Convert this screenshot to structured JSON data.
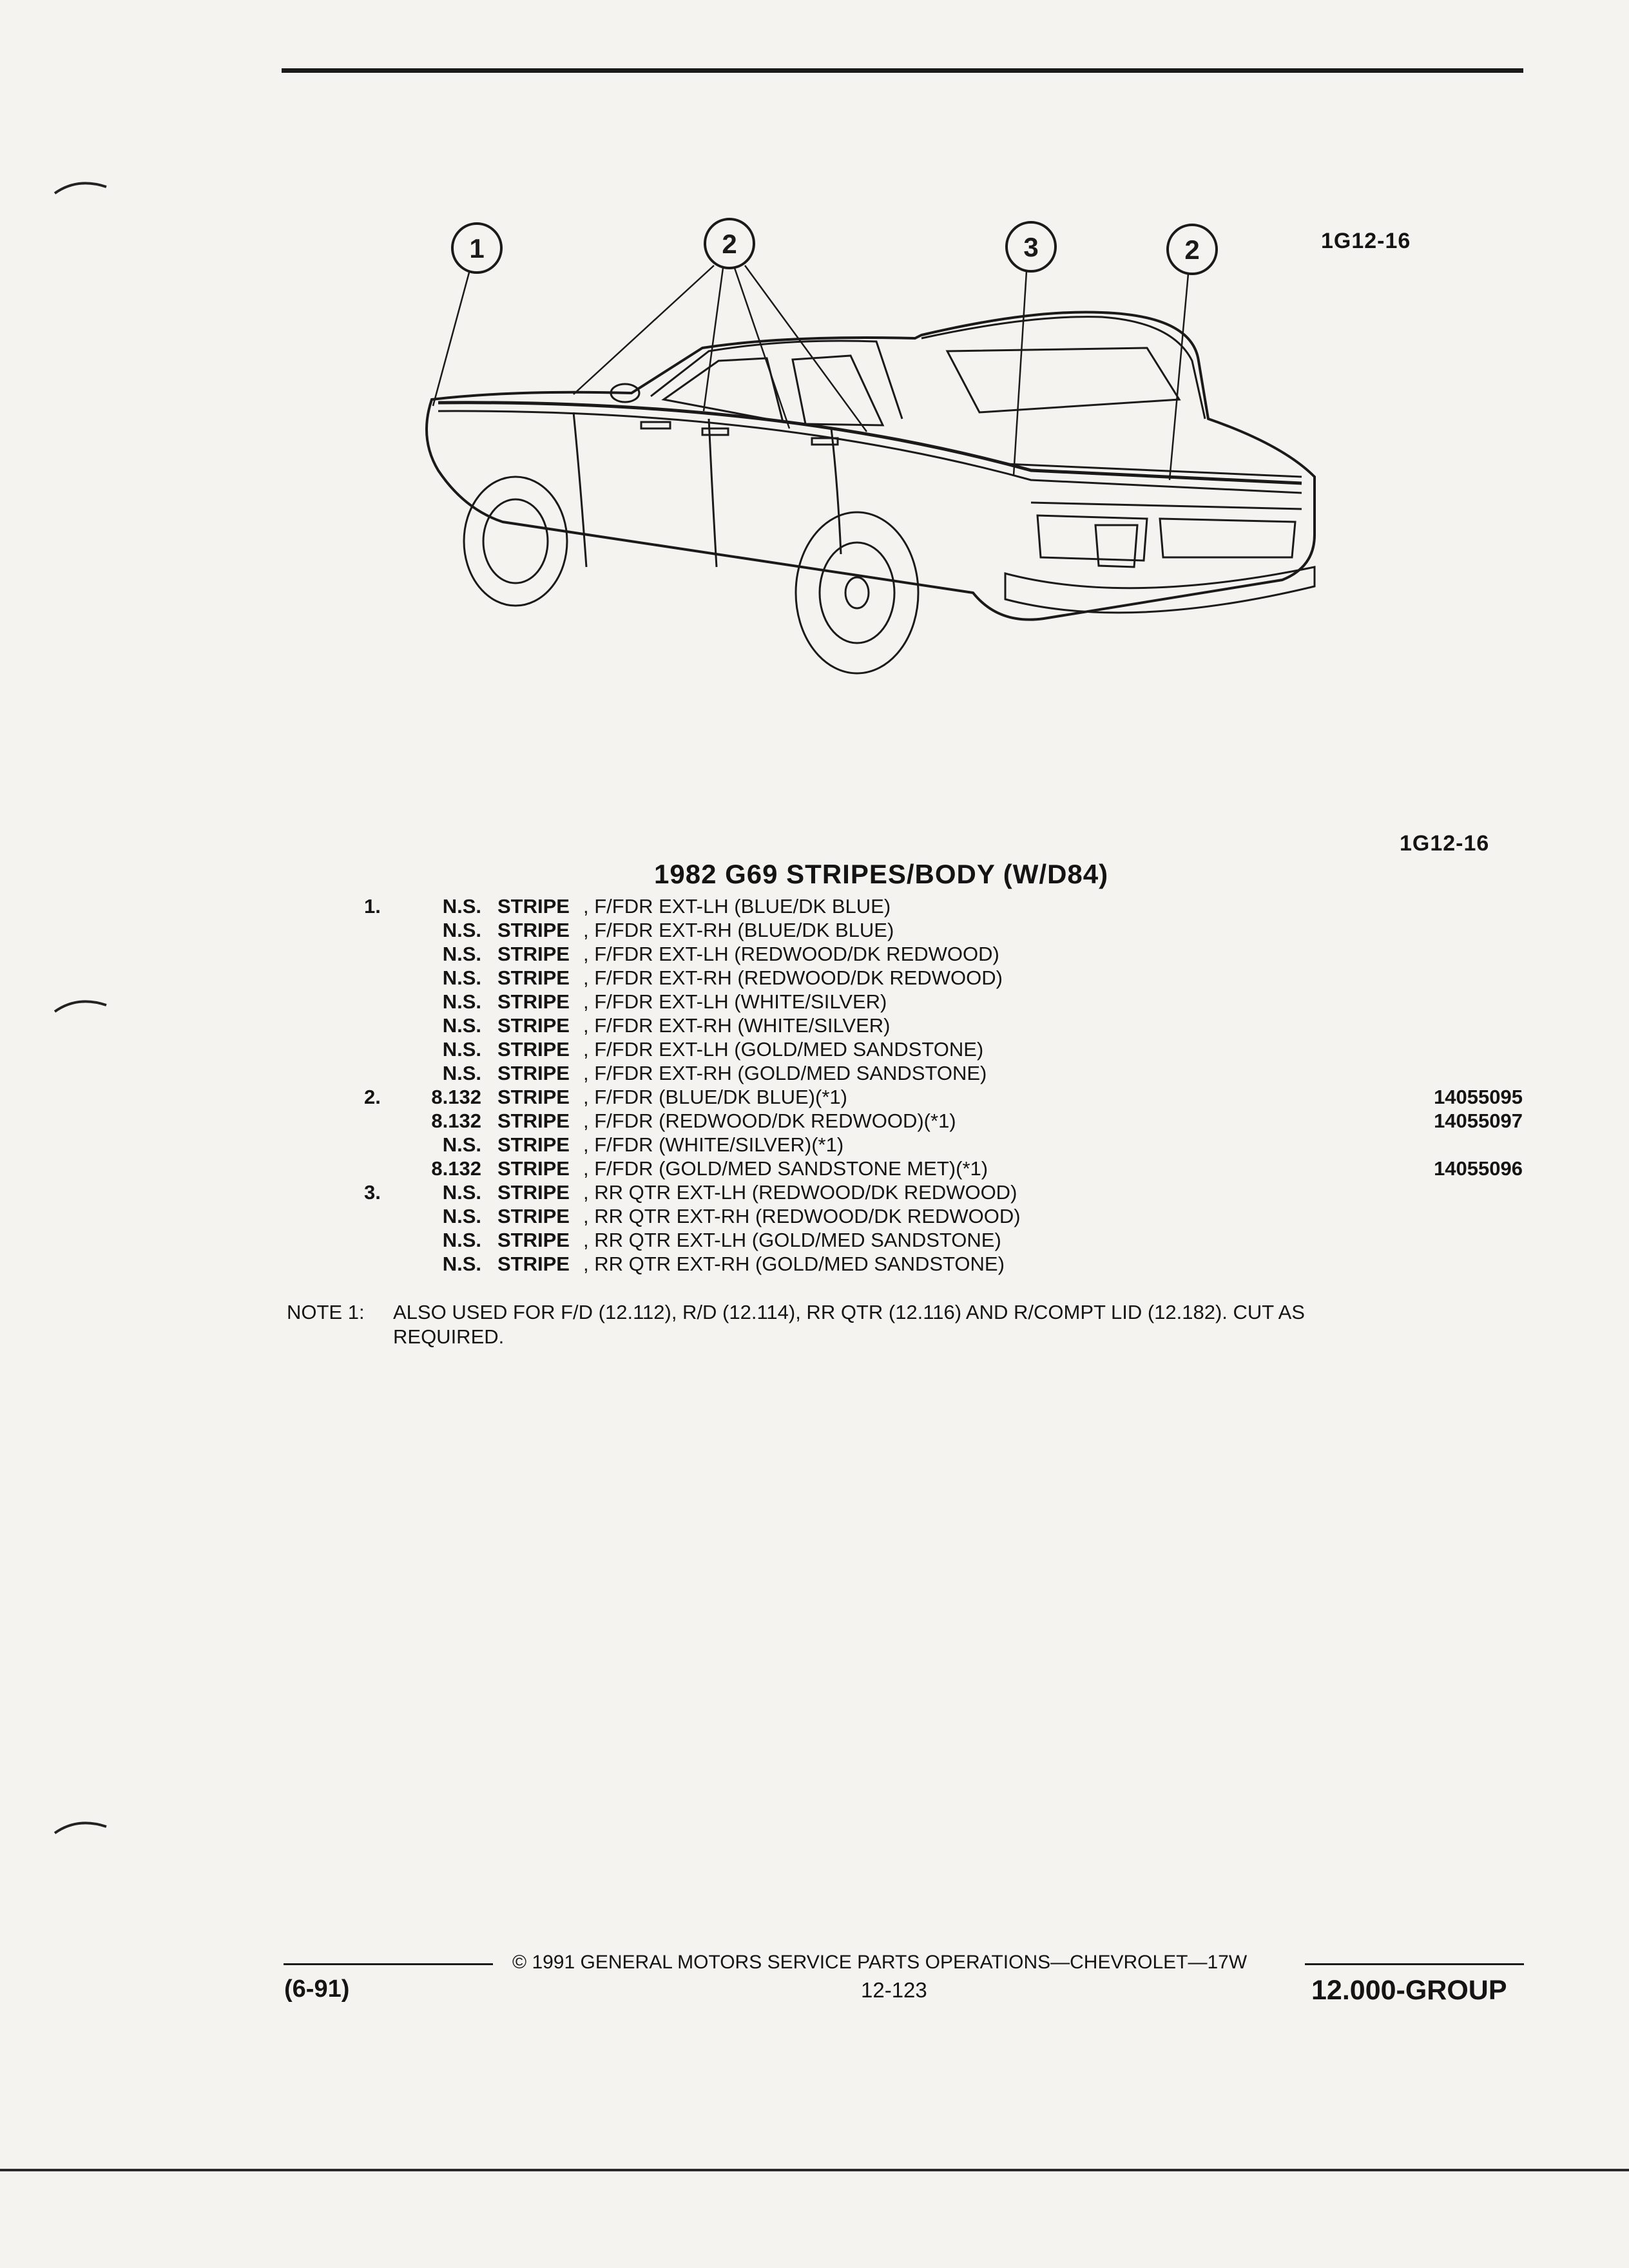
{
  "figure": {
    "id_top": "1G12-16",
    "id_bottom": "1G12-16",
    "callouts": [
      "1",
      "2",
      "3",
      "2"
    ]
  },
  "section_title": "1982 G69 STRIPES/BODY (W/D84)",
  "rows": [
    {
      "ref": "1.",
      "page": "N.S.",
      "keyword": "STRIPE",
      "desc": ", F/FDR EXT-LH (BLUE/DK BLUE)",
      "part": ""
    },
    {
      "ref": "",
      "page": "N.S.",
      "keyword": "STRIPE",
      "desc": ", F/FDR EXT-RH (BLUE/DK BLUE)",
      "part": ""
    },
    {
      "ref": "",
      "page": "N.S.",
      "keyword": "STRIPE",
      "desc": ", F/FDR EXT-LH (REDWOOD/DK REDWOOD)",
      "part": ""
    },
    {
      "ref": "",
      "page": "N.S.",
      "keyword": "STRIPE",
      "desc": ", F/FDR EXT-RH (REDWOOD/DK REDWOOD)",
      "part": ""
    },
    {
      "ref": "",
      "page": "N.S.",
      "keyword": "STRIPE",
      "desc": ", F/FDR EXT-LH (WHITE/SILVER)",
      "part": ""
    },
    {
      "ref": "",
      "page": "N.S.",
      "keyword": "STRIPE",
      "desc": ", F/FDR EXT-RH (WHITE/SILVER)",
      "part": ""
    },
    {
      "ref": "",
      "page": "N.S.",
      "keyword": "STRIPE",
      "desc": ", F/FDR EXT-LH (GOLD/MED SANDSTONE)",
      "part": ""
    },
    {
      "ref": "",
      "page": "N.S.",
      "keyword": "STRIPE",
      "desc": ", F/FDR EXT-RH (GOLD/MED SANDSTONE)",
      "part": ""
    },
    {
      "ref": "2.",
      "page": "8.132",
      "keyword": "STRIPE",
      "desc": ", F/FDR (BLUE/DK BLUE)(*1)",
      "part": "14055095"
    },
    {
      "ref": "",
      "page": "8.132",
      "keyword": "STRIPE",
      "desc": ", F/FDR (REDWOOD/DK REDWOOD)(*1)",
      "part": "14055097"
    },
    {
      "ref": "",
      "page": "N.S.",
      "keyword": "STRIPE",
      "desc": ", F/FDR (WHITE/SILVER)(*1)",
      "part": ""
    },
    {
      "ref": "",
      "page": "8.132",
      "keyword": "STRIPE",
      "desc": ", F/FDR (GOLD/MED SANDSTONE MET)(*1)",
      "part": "14055096"
    },
    {
      "ref": "3.",
      "page": "N.S.",
      "keyword": "STRIPE",
      "desc": ", RR QTR EXT-LH (REDWOOD/DK REDWOOD)",
      "part": ""
    },
    {
      "ref": "",
      "page": "N.S.",
      "keyword": "STRIPE",
      "desc": ", RR QTR EXT-RH (REDWOOD/DK REDWOOD)",
      "part": ""
    },
    {
      "ref": "",
      "page": "N.S.",
      "keyword": "STRIPE",
      "desc": ", RR QTR EXT-LH (GOLD/MED SANDSTONE)",
      "part": ""
    },
    {
      "ref": "",
      "page": "N.S.",
      "keyword": "STRIPE",
      "desc": ", RR QTR EXT-RH (GOLD/MED SANDSTONE)",
      "part": ""
    }
  ],
  "note": {
    "label": "NOTE  1:",
    "line1": "ALSO USED FOR F/D (12.112), R/D (12.114), RR QTR (12.116) AND R/COMPT LID (12.182). CUT AS",
    "line2": "REQUIRED."
  },
  "footer": {
    "copyright": "© 1991 GENERAL MOTORS SERVICE PARTS OPERATIONS—CHEVROLET—17W",
    "date": "(6-91)",
    "page": "12-123",
    "group": "12.000-GROUP"
  }
}
